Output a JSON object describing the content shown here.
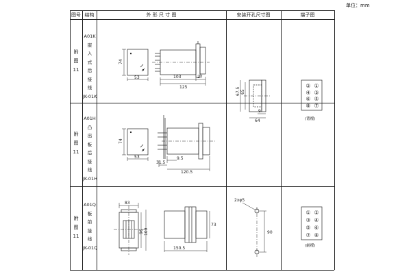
{
  "unit_label": "单位：mm",
  "headers": {
    "no": "图号",
    "structure": "结构",
    "outline": "外 形 尺 寸 图",
    "mount": "安装开孔尺寸图",
    "terminal": "端子图"
  },
  "rows": [
    {
      "no": "附\n图\n11",
      "structure": "A01K\n嵌\n入\n式\n后\n接\n线\nJK-01K",
      "dims": {
        "a": "53",
        "b": "74",
        "c": "103",
        "d": "27",
        "e": "125"
      },
      "mount_dims": {
        "a": "67.5",
        "b": "65",
        "c": "9",
        "d": "64"
      },
      "terminals": [
        "②",
        "①",
        "④",
        "③",
        "⑥",
        "⑤",
        "⑧",
        "⑦"
      ],
      "view_label": "(背视)"
    },
    {
      "no": "附\n图\n11",
      "structure": "A01H\n凸\n出\n板\n后\n接\n线\nJK-01H",
      "dims": {
        "a": "53",
        "b": "74",
        "c": "9.5",
        "d": "31.5",
        "e": "120.5"
      }
    },
    {
      "no": "附\n图\n11",
      "structure": "A01Q\n板\n前\n接\n线\nJK-01Q",
      "dims": {
        "a": "83",
        "b": "109",
        "c": "96",
        "d": "73",
        "e": "150.5"
      },
      "mount_dims": {
        "a": "2xφ5",
        "b": "90"
      },
      "terminals": [
        "①",
        "②",
        "③",
        "④",
        "⑤",
        "⑥",
        "⑦",
        "⑧"
      ],
      "view_label": "(前视)"
    }
  ]
}
